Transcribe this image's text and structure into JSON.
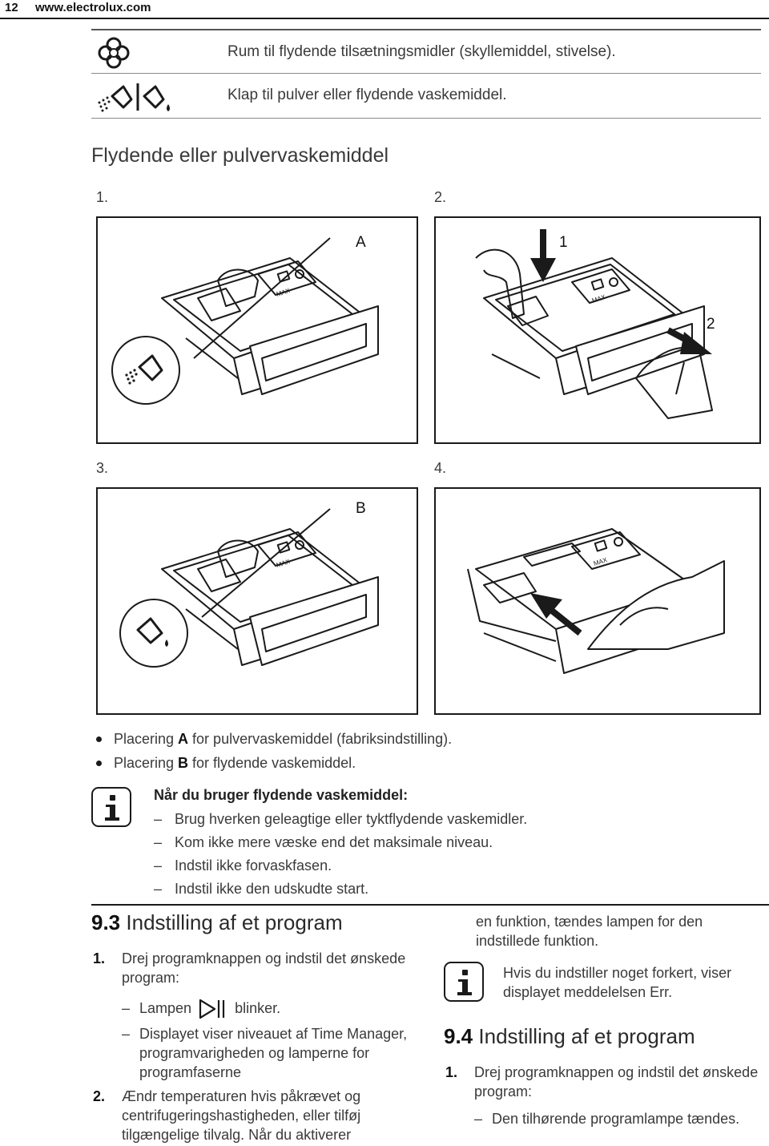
{
  "header": {
    "page_number": "12",
    "website": "www.electrolux.com"
  },
  "symbols": [
    {
      "icon": "flower-icon",
      "text": "Rum til flydende tilsætningsmidler (skyllemiddel, stivelse)."
    },
    {
      "icon": "powder-liquid-flap-icon",
      "text": "Klap til pulver eller flydende vaskemiddel."
    }
  ],
  "section_subtitle": "Flydende eller pulvervaskemiddel",
  "figures": [
    {
      "step": "1.",
      "letter": "A"
    },
    {
      "step": "2.",
      "arrow_1": "1",
      "arrow_2": "2"
    },
    {
      "step": "3.",
      "letter": "B"
    },
    {
      "step": "4."
    }
  ],
  "bullets": [
    {
      "pre": "Placering ",
      "bold": "A",
      "post": " for pulvervaskemiddel (fabriksindstilling)."
    },
    {
      "pre": "Placering ",
      "bold": "B",
      "post": " for flydende vaskemiddel."
    }
  ],
  "note": {
    "title": "Når du bruger flydende vaskemiddel:",
    "items": [
      "Brug hverken geleagtige eller tyktflydende vaskemidler.",
      "Kom ikke mere væske end det maksimale niveau.",
      "Indstil ikke forvaskfasen.",
      "Indstil ikke den udskudte start."
    ]
  },
  "section_93": {
    "number": "9.3",
    "title": " Indstilling af et program"
  },
  "left_col": {
    "step1_num": "1.",
    "step1_text": "Drej programknappen og indstil det ønskede program:",
    "sub1_pre": "Lampen",
    "sub1_post": "blinker.",
    "sub2": "Displayet viser niveauet af Time Manager, programvarigheden og lamperne for programfaserne",
    "step2_num": "2.",
    "step2_text": "Ændr temperaturen hvis påkrævet og centrifugeringshastigheden, eller tilføj tilgængelige tilvalg. Når du aktiverer"
  },
  "right_col": {
    "cont_text": "en funktion, tændes lampen for den indstillede funktion.",
    "info_text": "Hvis du indstiller noget forkert, viser displayet meddelelsen Err.",
    "section_94": {
      "number": "9.4",
      "title": " Indstilling af et program"
    },
    "step1_num": "1.",
    "step1_text": "Drej programknappen og indstil det ønskede program:",
    "sub1": "Den tilhørende programlampe tændes."
  }
}
